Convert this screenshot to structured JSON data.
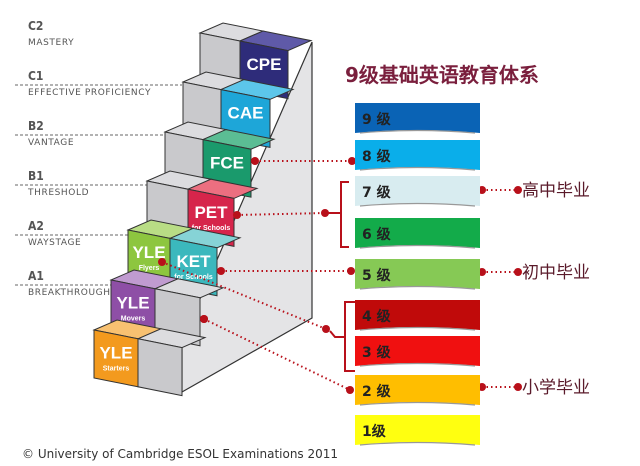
{
  "cefr_levels": [
    {
      "code": "C2",
      "name": "MASTERY"
    },
    {
      "code": "C1",
      "name": "EFFECTIVE PROFICIENCY"
    },
    {
      "code": "B2",
      "name": "VANTAGE"
    },
    {
      "code": "B1",
      "name": "THRESHOLD"
    },
    {
      "code": "A2",
      "name": "WAYSTAGE"
    },
    {
      "code": "A1",
      "name": "BREAKTHROUGH"
    }
  ],
  "exams": [
    {
      "label": "CPE",
      "sub": "",
      "color": "#2e2c7a",
      "top_color": "#5f5aa8"
    },
    {
      "label": "CAE",
      "sub": "",
      "color": "#1ea6d8",
      "top_color": "#5cc6ea"
    },
    {
      "label": "FCE",
      "sub": "",
      "color": "#1a9a6c",
      "top_color": "#5bbd94"
    },
    {
      "label": "PET",
      "sub": "for Schools",
      "color": "#d6254b",
      "top_color": "#ec6f80"
    },
    {
      "label": "YLE",
      "sub": "Flyers",
      "color": "#8dc63f",
      "top_color": "#b9dd85"
    },
    {
      "label": "KET",
      "sub": "for Schools",
      "color": "#3bb8bd",
      "top_color": "#86d3d6"
    },
    {
      "label": "YLE",
      "sub": "Movers",
      "color": "#8e4fa6",
      "top_color": "#c09bd0"
    },
    {
      "label": "YLE",
      "sub": "Starters",
      "color": "#f39a1e",
      "top_color": "#f8c171"
    }
  ],
  "title": "9级基础英语教育体系",
  "grade_bars": [
    {
      "label": "9 级",
      "color": "#0a63b5"
    },
    {
      "label": "8 级",
      "color": "#0aaeea"
    },
    {
      "label": "7 级",
      "color": "#d8ecf0"
    },
    {
      "label": "6 级",
      "color": "#13ab4a"
    },
    {
      "label": "5 级",
      "color": "#86c955"
    },
    {
      "label": "4 级",
      "color": "#c00a0a"
    },
    {
      "label": "3 级",
      "color": "#f01010"
    },
    {
      "label": "2 级",
      "color": "#ffbe00"
    },
    {
      "label": "1级",
      "color": "#ffff10"
    }
  ],
  "milestones": [
    {
      "label": "高中毕业",
      "bar": "7 级"
    },
    {
      "label": "初中毕业",
      "bar": "5 级"
    },
    {
      "label": "小学毕业",
      "bar": "2 级"
    }
  ],
  "connector_color": "#b8101a",
  "copyright": "© University of Cambridge ESOL Examinations 2011"
}
